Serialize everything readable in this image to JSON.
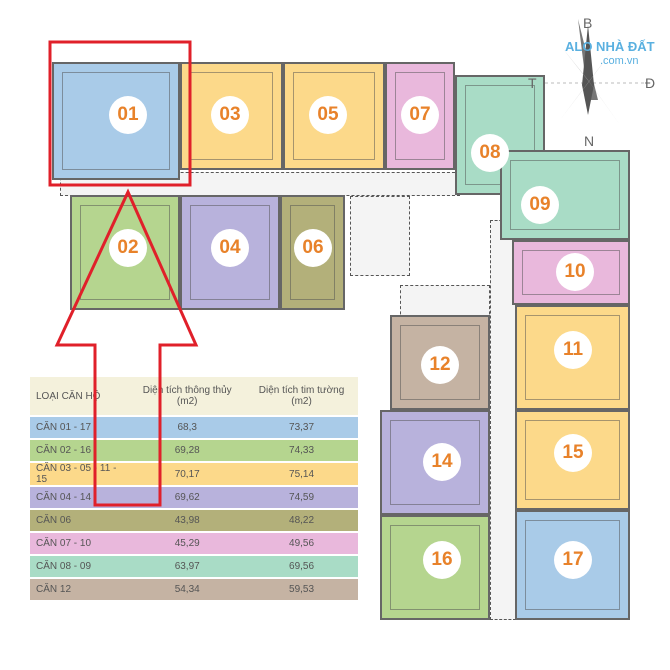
{
  "units": [
    {
      "label": "01",
      "color": "#a9cbe8"
    },
    {
      "label": "03",
      "color": "#fcd98a"
    },
    {
      "label": "05",
      "color": "#fcd98a"
    },
    {
      "label": "07",
      "color": "#e9b8dc"
    },
    {
      "label": "08",
      "color": "#a9dcc6"
    },
    {
      "label": "09",
      "color": "#a9dcc6"
    },
    {
      "label": "10",
      "color": "#e9b8dc"
    },
    {
      "label": "11",
      "color": "#fcd98a"
    },
    {
      "label": "15",
      "color": "#fcd98a"
    },
    {
      "label": "17",
      "color": "#a9cbe8"
    },
    {
      "label": "12",
      "color": "#c5b3a3"
    },
    {
      "label": "14",
      "color": "#b8b2dc"
    },
    {
      "label": "16",
      "color": "#b5d58f"
    },
    {
      "label": "02",
      "color": "#b5d58f"
    },
    {
      "label": "04",
      "color": "#b8b2dc"
    },
    {
      "label": "06",
      "color": "#b3b07a"
    }
  ],
  "table": {
    "headers": [
      "LOẠI CĂN HỘ",
      "Diện tích thông thủy (m2)",
      "Diện tích tim tường (m2)"
    ],
    "rows": [
      {
        "type": "CĂN 01 - 17",
        "a": "68,3",
        "b": "73,37",
        "color": "#a9cbe8"
      },
      {
        "type": "CĂN 02 - 16",
        "a": "69,28",
        "b": "74,33",
        "color": "#b5d58f"
      },
      {
        "type": "CĂN 03 - 05 - 11 - 15",
        "a": "70,17",
        "b": "75,14",
        "color": "#fcd98a"
      },
      {
        "type": "CĂN 04 - 14",
        "a": "69,62",
        "b": "74,59",
        "color": "#b8b2dc"
      },
      {
        "type": "CĂN 06",
        "a": "43,98",
        "b": "48,22",
        "color": "#b3b07a"
      },
      {
        "type": "CĂN 07 - 10",
        "a": "45,29",
        "b": "49,56",
        "color": "#e9b8dc"
      },
      {
        "type": "CĂN 08 - 09",
        "a": "63,97",
        "b": "69,56",
        "color": "#a9dcc6"
      },
      {
        "type": "CĂN 12",
        "a": "54,34",
        "b": "59,53",
        "color": "#c5b3a3"
      }
    ]
  },
  "compass": {
    "north": "B",
    "south": "N",
    "west": "T",
    "east": "Đ"
  },
  "watermark": {
    "brand": "ALO NHÀ ĐẤT",
    "domain": ".com.vn"
  },
  "highlight_color": "#e0202a"
}
